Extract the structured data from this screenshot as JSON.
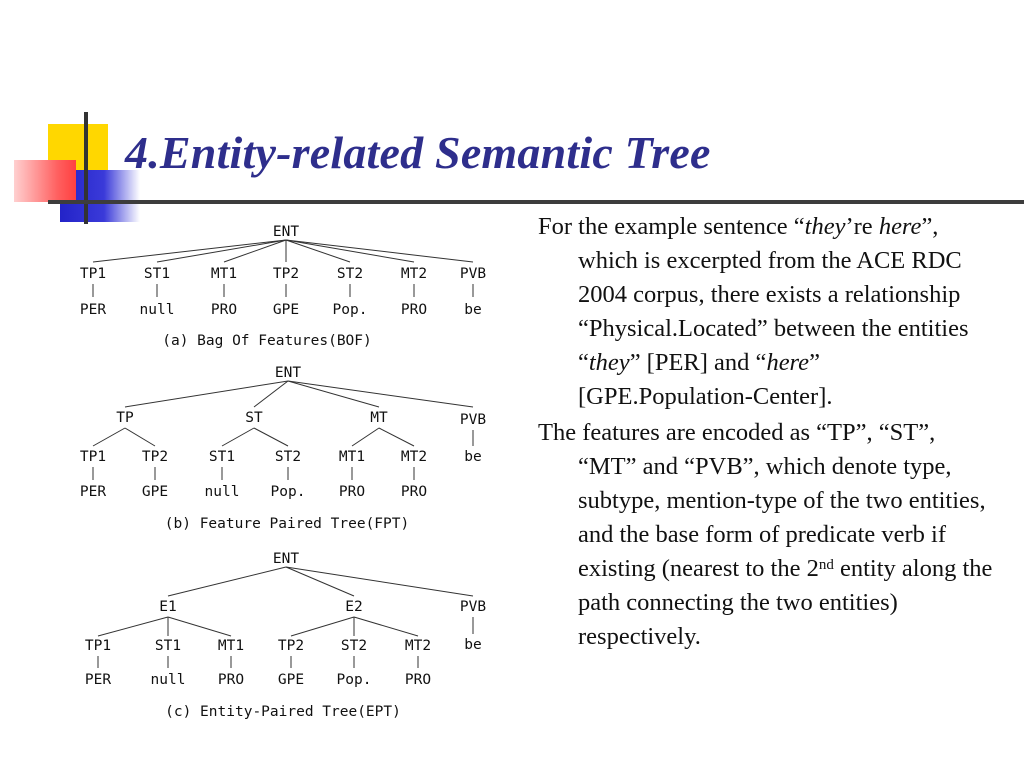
{
  "slide": {
    "title": "4.Entity-related Semantic Tree",
    "colors": {
      "title": "#2e2e8c",
      "deco_yellow": "#ffd700",
      "deco_blue": "#3a3ad9",
      "deco_red": "#ff5858"
    }
  },
  "trees": {
    "bof": {
      "caption": "(a) Bag Of Features(BOF)",
      "root": "ENT",
      "children": [
        "TP1",
        "ST1",
        "MT1",
        "TP2",
        "ST2",
        "MT2",
        "PVB"
      ],
      "leaves": [
        "PER",
        "null",
        "PRO",
        "GPE",
        "Pop.",
        "PRO",
        "be"
      ]
    },
    "fpt": {
      "caption": "(b) Feature Paired Tree(FPT)",
      "root": "ENT",
      "groups": [
        "TP",
        "ST",
        "MT",
        "PVB"
      ],
      "features": [
        "TP1",
        "TP2",
        "ST1",
        "ST2",
        "MT1",
        "MT2"
      ],
      "pvb_leaf": "be",
      "leaves": [
        "PER",
        "GPE",
        "null",
        "Pop.",
        "PRO",
        "PRO"
      ]
    },
    "ept": {
      "caption": "(c) Entity-Paired Tree(EPT)",
      "root": "ENT",
      "groups": [
        "E1",
        "E2",
        "PVB"
      ],
      "features": [
        "TP1",
        "ST1",
        "MT1",
        "TP2",
        "ST2",
        "MT2"
      ],
      "pvb_leaf": "be",
      "leaves": [
        "PER",
        "null",
        "PRO",
        "GPE",
        "Pop.",
        "PRO"
      ]
    }
  },
  "text": {
    "p1": {
      "a": "For the example sentence “",
      "they": "they",
      "b": "’re ",
      "here": "here",
      "c": "”, which is excerpted from the ACE RDC 2004 corpus, there exists a relationship “Physical.Located” between the entities “",
      "they2": "they",
      "d": "” [PER] and “",
      "here2": "here",
      "e": "” [GPE.Population-Center]."
    },
    "p2": {
      "a": "The features are encoded as “TP”, “ST”, “MT” and “PVB”, which denote type, subtype, mention-type of the two entities, and the base form of predicate verb if existing (nearest to the 2",
      "sup": "nd",
      "b": " entity along the path connecting the two entities) respectively."
    }
  }
}
